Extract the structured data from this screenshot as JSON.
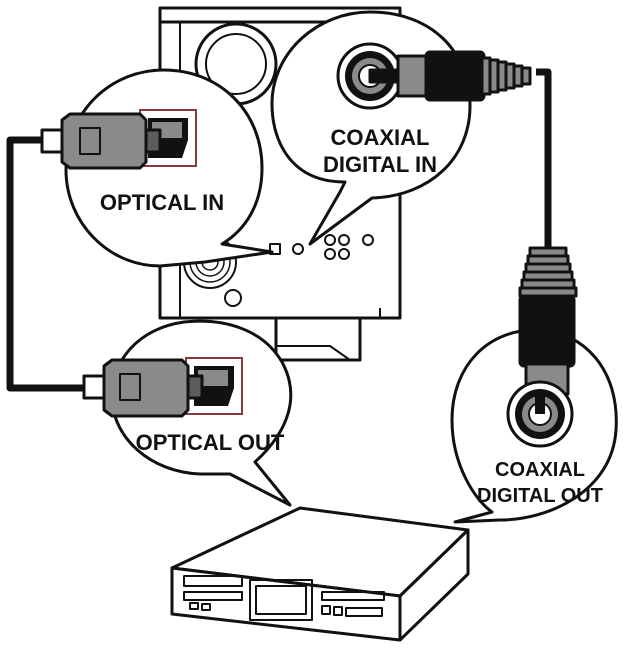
{
  "labels": {
    "optical_in": "OPTICAL IN",
    "coaxial_in_line1": "COAXIAL",
    "coaxial_in_line2": "DIGITAL IN",
    "optical_out": "OPTICAL OUT",
    "coaxial_out_line1": "COAXIAL",
    "coaxial_out_line2": "DIGITAL OUT"
  },
  "colors": {
    "stroke": "#111111",
    "plug_gray": "#8a8a8a",
    "plug_dark": "#5c5c5c",
    "panel_fill": "#ffffff"
  },
  "icons": [
    "optical-plug-icon",
    "coaxial-plug-icon",
    "coaxial-jack-icon",
    "optical-jack-icon",
    "av-receiver-icon",
    "main-unit-icon"
  ]
}
